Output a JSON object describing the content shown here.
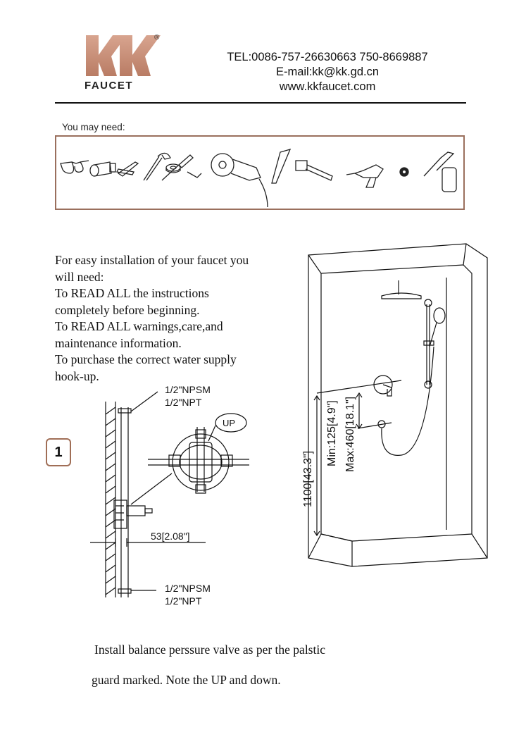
{
  "header": {
    "logo_mark": "KK",
    "logo_word": "FAUCET",
    "registered": "®",
    "tel": "TEL:0086-757-26630663 750-8669887",
    "email": "E-mail:kk@kk.gd.cn",
    "web": "www.kkfaucet.com"
  },
  "tools": {
    "label": "You may need:",
    "icons": [
      "safety-glasses-icon",
      "flashlight-icon",
      "pliers-icon",
      "adjustable-wrench-icon",
      "plumbers-tape-icon",
      "screwdriver-icon",
      "hex-key-icon",
      "circular-saw-icon",
      "chisel-icon",
      "hammer-icon",
      "drill-icon",
      "thread-seal-icon",
      "caulk-gun-icon"
    ]
  },
  "intro": [
    "For easy installation of your  faucet you",
    "will need:",
    "To READ ALL the instructions",
    "completely before beginning.",
    "To READ ALL warnings,care,and",
    "maintenance information.",
    "To purchase the correct water supply",
    "hook-up."
  ],
  "step": {
    "number": "1"
  },
  "valve_diagram": {
    "top_thread_1": "1/2\"NPSM",
    "top_thread_2": "1/2\"NPT",
    "depth": "53[2.08\"]",
    "bottom_thread_1": "1/2\"NPSM",
    "bottom_thread_2": "1/2\"NPT",
    "up_label": "UP"
  },
  "shower_diagram": {
    "min_dim": "Min:125[4.9\"]",
    "max_dim": "Max:460[18.1\"]",
    "height_dim": "1100[43.3\"]"
  },
  "note": {
    "line1": "Install balance perssure valve as per the palstic",
    "line2": "guard marked. Note the UP and down."
  }
}
